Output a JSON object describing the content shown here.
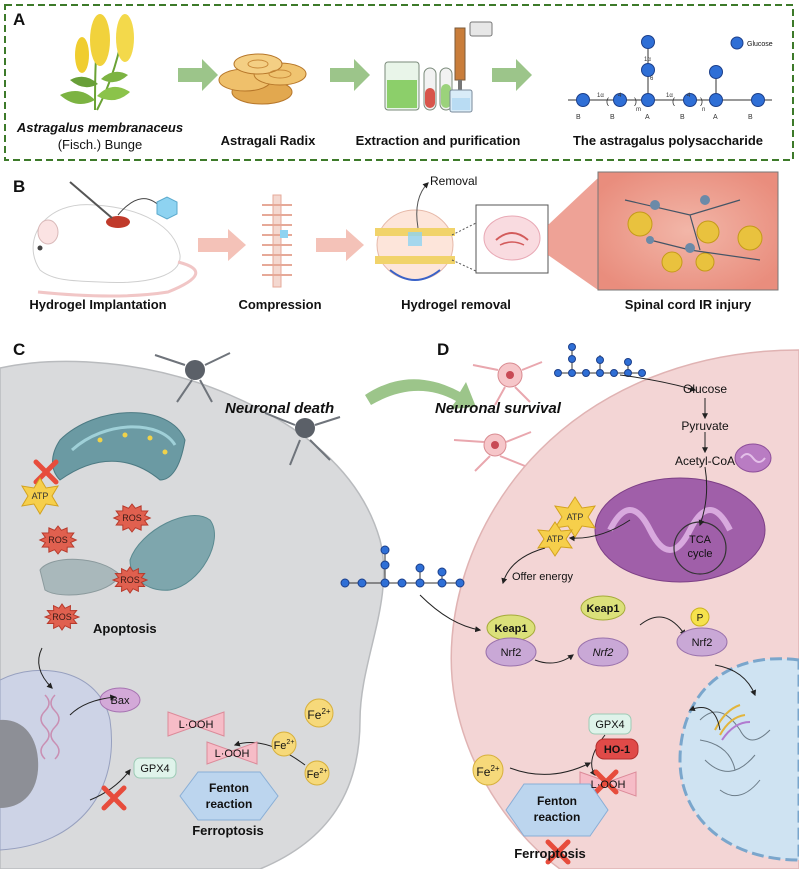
{
  "panels": {
    "a": "A",
    "b": "B",
    "c": "C",
    "d": "D"
  },
  "panel_a": {
    "plant_name": "Astragalus membranaceus",
    "plant_author": "(Fisch.) Bunge",
    "radix": "Astragali Radix",
    "extraction": "Extraction and purification",
    "polysaccharide": "The astragalus polysaccharide",
    "legend_glucose": "Glucose",
    "bond_top1": "1α",
    "bond_top2": "6",
    "bond_chain1": "1α",
    "bond_chain2": "4",
    "bond_chain3": "1α",
    "bond_chain4": "4",
    "unit_b": "B",
    "unit_a": "A",
    "repeat_n": "n",
    "repeat_m": "m"
  },
  "panel_b": {
    "implantation": "Hydrogel Implantation",
    "compression": "Compression",
    "removal_caption": "Hydrogel removal",
    "removal_arrow": "Removal",
    "injury": "Spinal cord IR injury"
  },
  "panel_c": {
    "title": "Neuronal death",
    "atp": "ATP",
    "ros": "ROS",
    "apoptosis": "Apoptosis",
    "bax": "Bax",
    "gpx4": "GPX4",
    "looh": "L·OOH",
    "fe2": "Fe",
    "fe2_sup": "2+",
    "fenton": "Fenton",
    "reaction": "reaction",
    "ferroptosis": "Ferroptosis"
  },
  "panel_d": {
    "title": "Neuronal survival",
    "glucose": "Glucose",
    "pyruvate": "Pyruvate",
    "acetyl": "Acetyl-CoA",
    "tca1": "TCA",
    "tca2": "cycle",
    "atp": "ATP",
    "offer": "Offer energy",
    "keap1": "Keap1",
    "nrf2": "Nrf2",
    "p": "P",
    "gpx4": "GPX4",
    "ho1": "HO-1",
    "looh": "L·OOH",
    "fe2": "Fe",
    "fe2_sup": "2+",
    "fenton": "Fenton",
    "reaction": "reaction",
    "ferroptosis": "Ferroptosis"
  },
  "colors": {
    "dash_border": "#3d7a2a",
    "arrow_green": "#9cc58a",
    "glucose_blue": "#2f6fd6",
    "cell_grey": "#d9dadc",
    "cell_pink": "#f3d5d5",
    "mito_purple": "#a05fa9",
    "ros_red": "#e0604f",
    "atp_yellow": "#f6cf4b",
    "keap_yellow": "#dbe07a",
    "nrf_purple": "#c9a8d6",
    "fenton_blue": "#bcd5ee",
    "cross_red": "#e74c3c"
  }
}
